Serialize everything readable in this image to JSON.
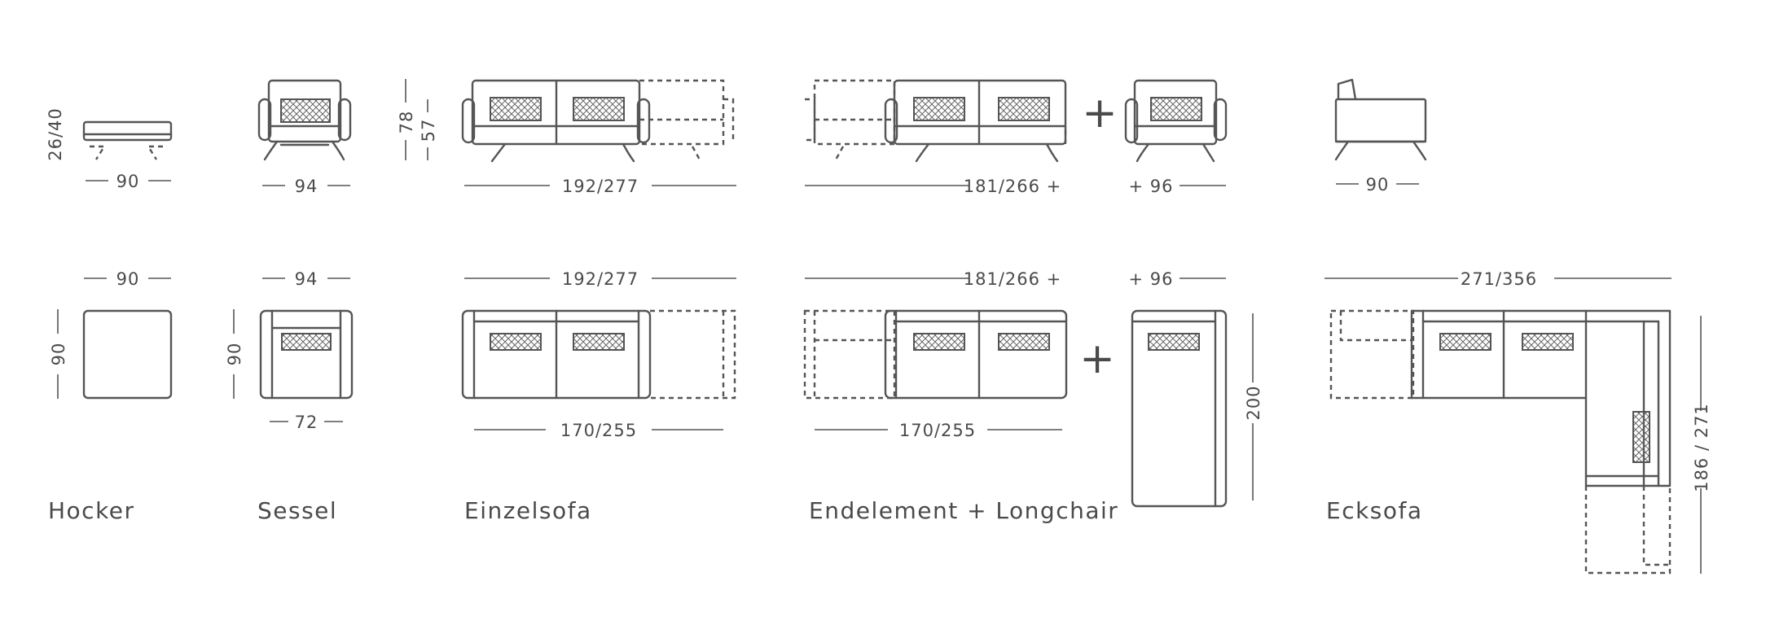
{
  "models": {
    "hocker": "Hocker",
    "sessel": "Sessel",
    "einzelsofa": "Einzelsofa",
    "endelement_longchair": "Endelement + Longchair",
    "ecksofa": "Ecksofa"
  },
  "dimensions": {
    "hocker_side_height": "26/40",
    "hocker_side_width": "90",
    "hocker_top_width": "90",
    "hocker_top_depth": "90",
    "sessel_front_width": "94",
    "sessel_top_width": "94",
    "sessel_top_depth": "90",
    "sessel_seat_width": "72",
    "height_total": "78",
    "height_seat": "57",
    "einzelsofa_front_width": "192/277",
    "einzelsofa_top_width": "192/277",
    "einzelsofa_seat_width": "170/255",
    "endelement_front_width": "181/266  +",
    "endelement_top_width": "181/266  +",
    "endelement_seat_width": "170/255",
    "longchair_front_width": "+ 96",
    "longchair_top_width": "+ 96",
    "longchair_depth": "200",
    "side_view_width": "90",
    "ecksofa_width": "271/356",
    "ecksofa_depth": "186 / 271"
  },
  "symbols": {
    "plus": "+"
  },
  "colors": {
    "line": "#555555",
    "text": "#4a4a4a",
    "background": "#ffffff"
  }
}
